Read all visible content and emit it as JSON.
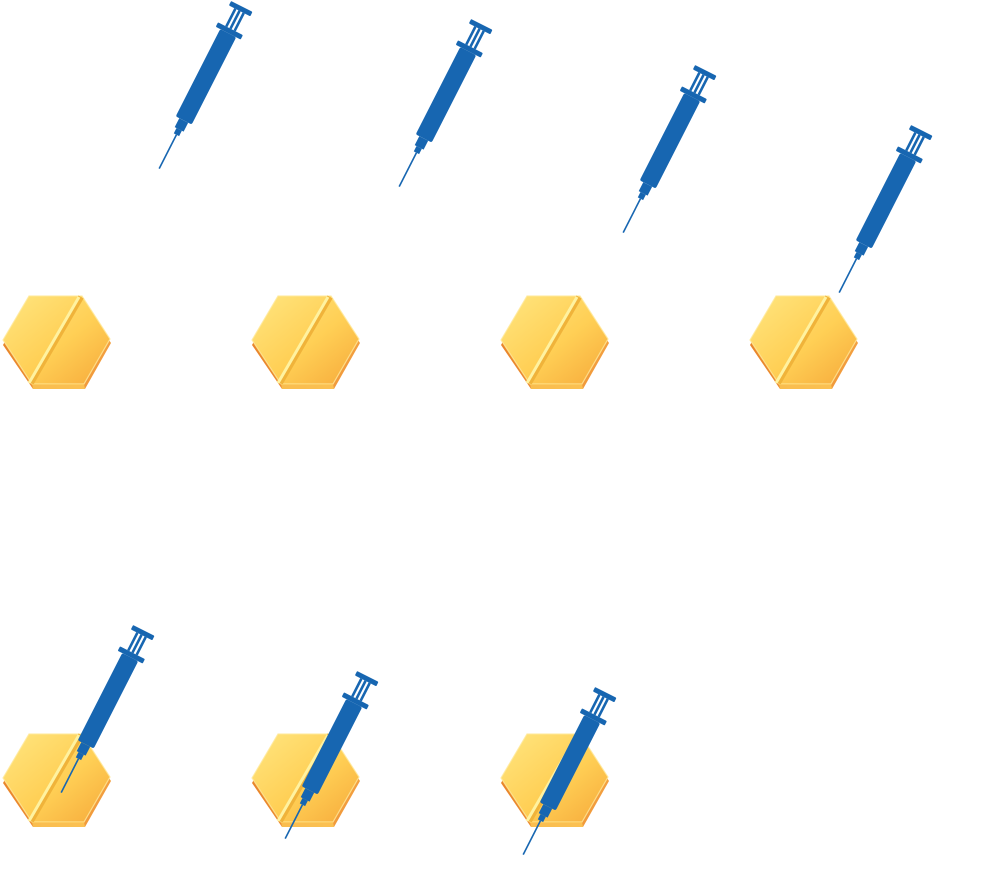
{
  "colors": {
    "background": "#ffffff",
    "syringe": "#1766b1",
    "needle": "#1766b1",
    "tablet_face_light": "#ffe27a",
    "tablet_face_dark": "#f7b23b",
    "tablet_edge": "#ef8a2c",
    "tablet_edge_shadow": "#e07a22",
    "score_line": "#fff3a0"
  },
  "icons": {
    "syringe": "syringe-icon",
    "tablet": "hexagonal-tablet-icon"
  },
  "sequence": {
    "frames": [
      {
        "step": 1,
        "syringe_state": "above-tablet"
      },
      {
        "step": 2,
        "syringe_state": "above-tablet"
      },
      {
        "step": 3,
        "syringe_state": "approaching-tablet"
      },
      {
        "step": 4,
        "syringe_state": "touching-tablet"
      },
      {
        "step": 5,
        "syringe_state": "entering-tablet"
      },
      {
        "step": 6,
        "syringe_state": "piercing-tablet"
      },
      {
        "step": 7,
        "syringe_state": "through-tablet"
      }
    ]
  }
}
